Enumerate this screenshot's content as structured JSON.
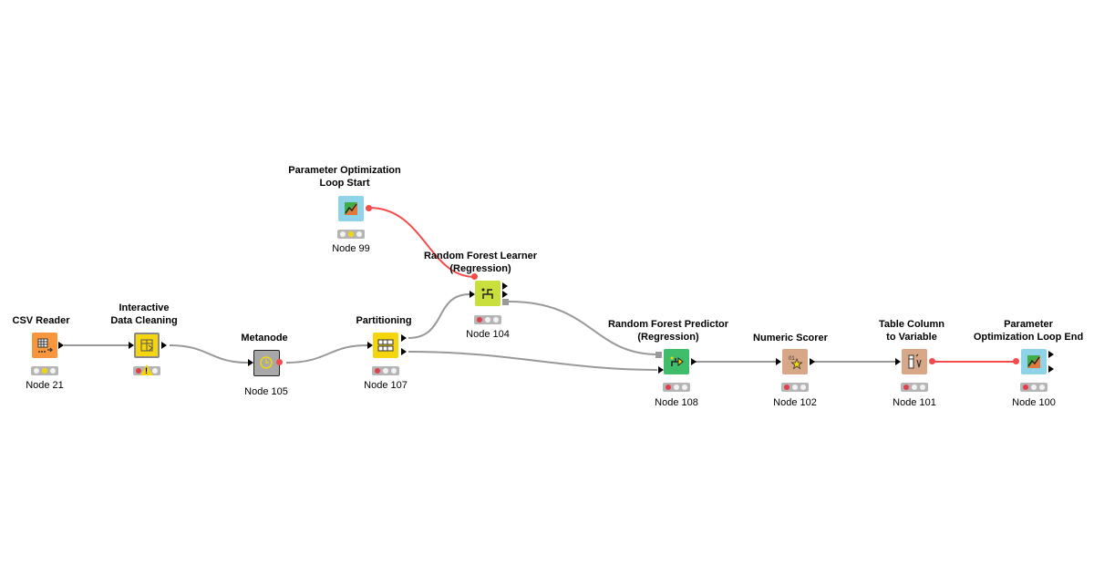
{
  "workflow": {
    "nodes": {
      "csv_reader": {
        "title": "CSV Reader",
        "label": "Node 21",
        "color": "#f7963d",
        "status": "yellow"
      },
      "data_cleaning": {
        "title_lines": [
          "Interactive",
          "Data Cleaning"
        ],
        "label": "",
        "color": "#f5d60e",
        "status": "red",
        "warning": true,
        "warning_symbol": "!"
      },
      "metanode": {
        "title": "Metanode",
        "label": "Node 105",
        "color": "#a8a8a8"
      },
      "partitioning": {
        "title": "Partitioning",
        "label": "Node 107",
        "color": "#f5d60e",
        "status": "red"
      },
      "loop_start": {
        "title_lines": [
          "Parameter Optimization",
          "Loop Start"
        ],
        "label": "Node 99",
        "color": "#8fd3e8",
        "status": "yellow"
      },
      "rf_learner": {
        "title_lines": [
          "Random Forest Learner",
          "(Regression)"
        ],
        "label": "Node 104",
        "color": "#c9df3c",
        "status": "red"
      },
      "rf_predictor": {
        "title_lines": [
          "Random Forest Predictor",
          "(Regression)"
        ],
        "label": "Node 108",
        "color": "#3fbd6a",
        "status": "red"
      },
      "numeric_scorer": {
        "title": "Numeric Scorer",
        "label": "Node 102",
        "color": "#d8a788",
        "status": "red"
      },
      "table_col_var": {
        "title_lines": [
          "Table Column",
          "to Variable"
        ],
        "label": "Node 101",
        "color": "#d8a788",
        "status": "red"
      },
      "loop_end": {
        "title_lines": [
          "Parameter",
          "Optimization Loop End"
        ],
        "label": "Node 100",
        "color": "#8fd3e8",
        "status": "red"
      }
    },
    "colors": {
      "data_link": "#999999",
      "flow_variable_link": "#f44a4a",
      "status_red": "#e0404a",
      "status_yellow": "#f5d60e",
      "status_off": "#f2f2f2"
    }
  }
}
